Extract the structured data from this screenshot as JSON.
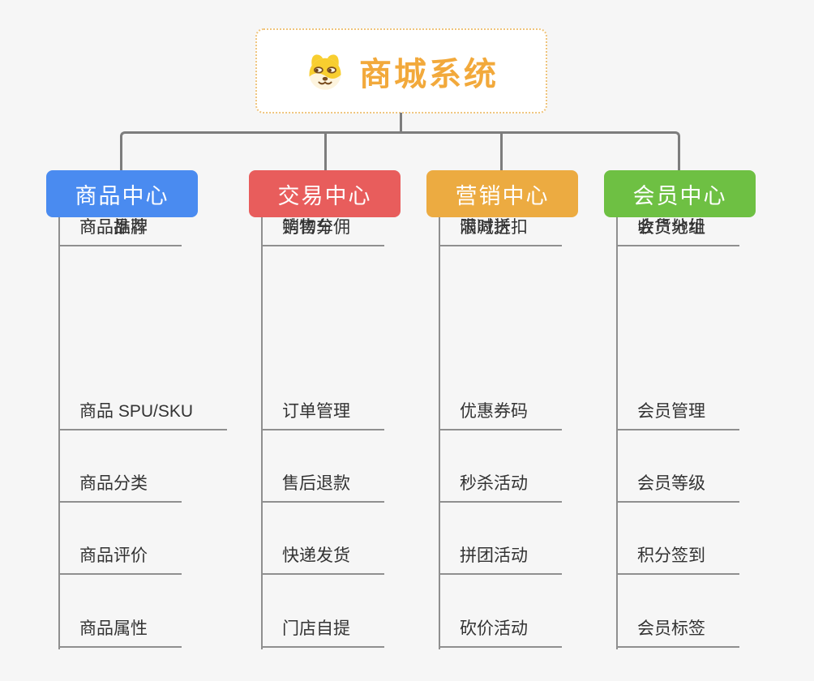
{
  "root": {
    "title": "商城系统",
    "icon": "doge-icon"
  },
  "branches": [
    {
      "label": "商品中心",
      "color": "#4a8bf0",
      "children": [
        "商品 SPU/SKU",
        "商品分类",
        "商品评价",
        "商品属性",
        "商品推荐",
        "商品品牌"
      ]
    },
    {
      "label": "交易中心",
      "color": "#e85d5c",
      "children": [
        "订单管理",
        "售后退款",
        "快递发货",
        "门店自提",
        "购物车",
        "销售分佣"
      ]
    },
    {
      "label": "营销中心",
      "color": "#ecab41",
      "children": [
        "优惠券码",
        "秒杀活动",
        "拼团活动",
        "砍价活动",
        "限时折扣",
        "满减送"
      ]
    },
    {
      "label": "会员中心",
      "color": "#6ec043",
      "children": [
        "会员管理",
        "会员等级",
        "积分签到",
        "会员标签",
        "会员分组",
        "收货地址"
      ]
    }
  ],
  "colors": {
    "background": "#f6f6f6",
    "connector": "#7d7d7d",
    "leaf_line": "#8f8f8f",
    "leaf_text": "#333333",
    "root_accent": "#f2a93b",
    "root_border": "#efc47c"
  }
}
